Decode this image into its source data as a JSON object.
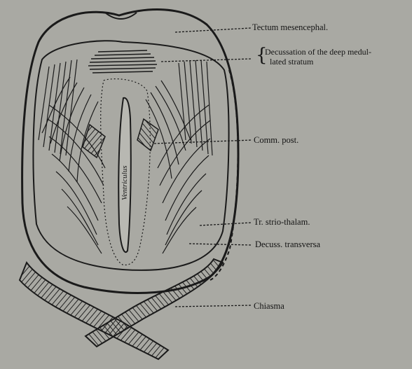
{
  "labels": {
    "tectum": "Tectum mesencephal.",
    "decussation_line1": "Decussation of the deep medul-",
    "decussation_line2": "lated stratum",
    "comm_post": "Comm. post.",
    "tr_strio": "Tr. strio-thalam.",
    "decuss_transversa": "Decuss. transversa",
    "chiasma": "Chiasma",
    "ventriculus": "Ventriculus"
  },
  "colors": {
    "background": "#a9a9a3",
    "ink": "#1a1a1a"
  }
}
